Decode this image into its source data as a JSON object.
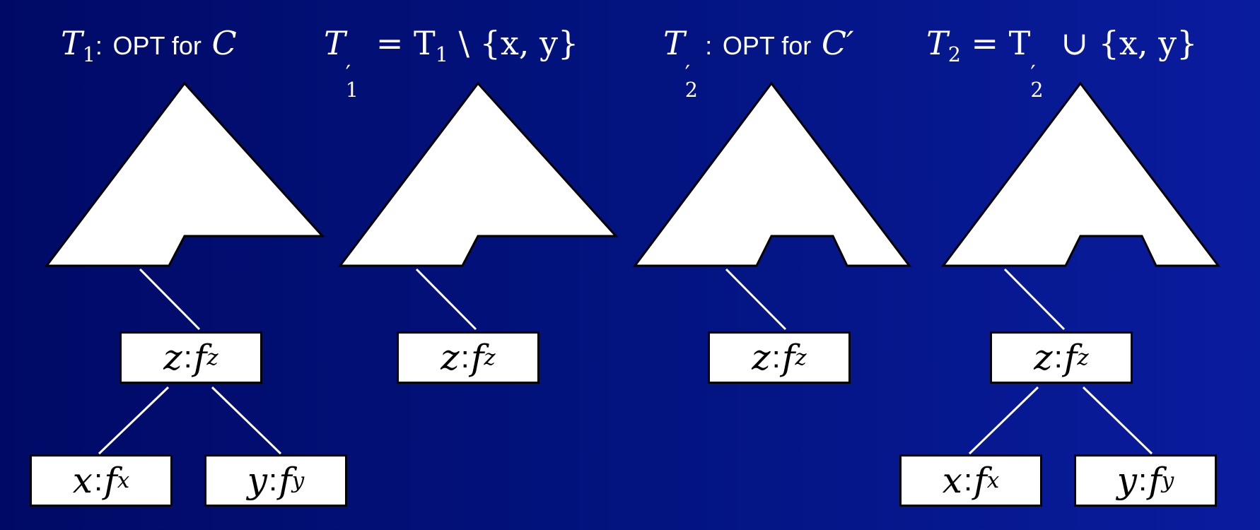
{
  "titles": [
    {
      "var": "T",
      "sub": "1",
      "sep": ":",
      "text": "OPT for",
      "set": "C"
    },
    {
      "var": "T",
      "sub": "1",
      "prime": "′",
      "rest": "= T",
      "rest_sub": "1",
      "rest2": "\\ {x, y}"
    },
    {
      "var": "T",
      "sub": "2",
      "prime": "′",
      "sep": ":",
      "text": "OPT for",
      "set": "C′"
    },
    {
      "var": "T",
      "sub": "2",
      "rest": "= T",
      "rest_prime": "′",
      "rest_sub": "2",
      "rest2": "∪ {x, y}"
    }
  ],
  "nodes": {
    "z": {
      "letter": "z",
      "colon": ":",
      "f": "f",
      "sub": "z"
    },
    "x": {
      "letter": "x",
      "colon": ":",
      "f": "f",
      "sub": "x"
    },
    "y": {
      "letter": "y",
      "colon": ":",
      "f": "f",
      "sub": "y"
    }
  },
  "colors": {
    "background": "#031482",
    "tree": "#ffffff",
    "stroke": "#000000",
    "edge": "#ffffff"
  }
}
